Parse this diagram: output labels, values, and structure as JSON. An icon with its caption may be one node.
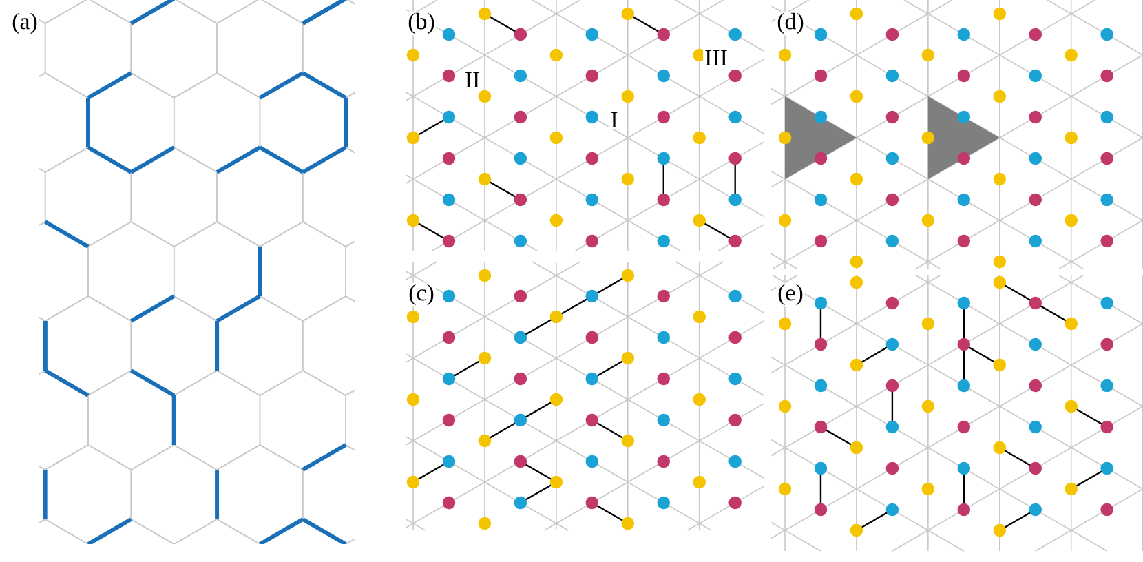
{
  "diagram": {
    "labels": [
      "(a)",
      "(b)",
      "(d)",
      "III",
      "II",
      "I",
      "(c)",
      "(e)"
    ]
  }
}
